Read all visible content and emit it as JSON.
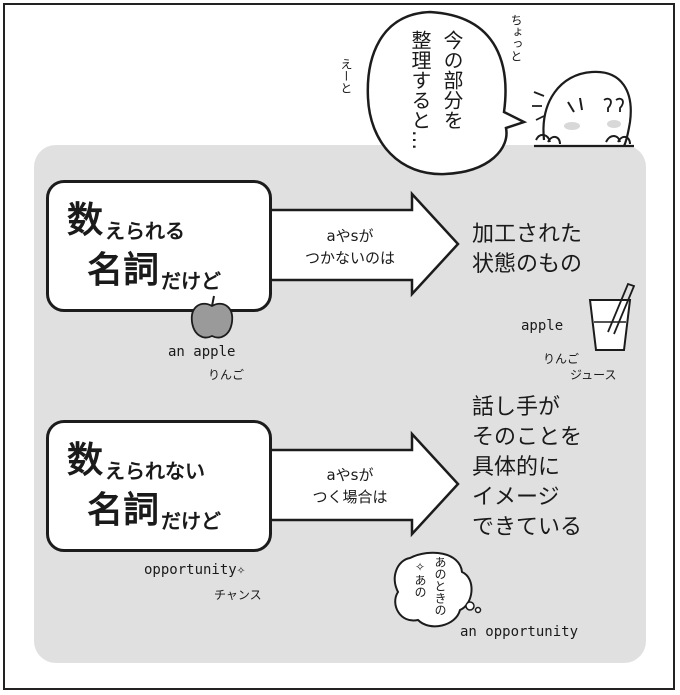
{
  "speech": {
    "col1": "今の部分を",
    "col2": "整理すると…"
  },
  "side_words": {
    "left": "えーと",
    "right": "ちょっと"
  },
  "row1": {
    "big1": "数",
    "small1": "えられる",
    "big2": "名詞",
    "small2": "だけど",
    "arrow_line1": "aやsが",
    "arrow_line2": "つかないのは",
    "result_line1": "加工された",
    "result_line2": "状態のもの",
    "example": "an apple",
    "example_ja": "りんご",
    "juice_en": "apple",
    "juice_ja1": "りんご",
    "juice_ja2": "ジュース"
  },
  "row2": {
    "big1": "数",
    "small1": "えられない",
    "big2": "名詞",
    "small2": "だけど",
    "arrow_line1": "aやsが",
    "arrow_line2": "つく場合は",
    "result_line1": "話し手が",
    "result_line2": "そのことを",
    "result_line3": "具体的に",
    "result_line4": "イメージ",
    "result_line5": "できている",
    "example": "opportunity✧",
    "example_ja": "チャンス",
    "thought_col1": "あのときの",
    "thought_col2": "✧あの",
    "example2": "an opportunity"
  }
}
